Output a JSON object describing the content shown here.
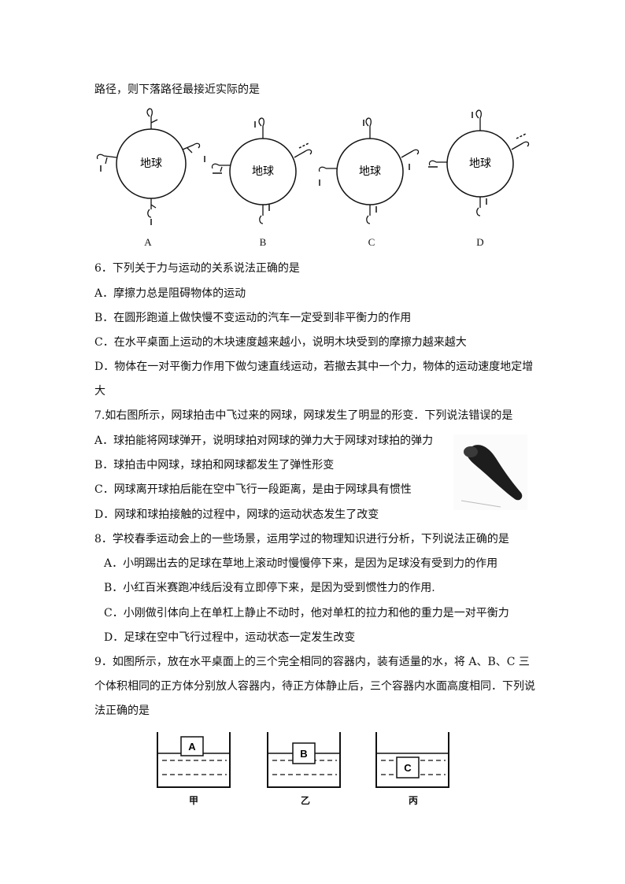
{
  "intro_line": "路径，则下落路径最接近实际的是",
  "earth_figures": [
    {
      "label": "A",
      "planet": "地球"
    },
    {
      "label": "B",
      "planet": "地球"
    },
    {
      "label": "C",
      "planet": "地球"
    },
    {
      "label": "D",
      "planet": "地球"
    }
  ],
  "q6": {
    "stem": "6．下列关于力与运动的关系说法正确的是",
    "options": [
      "A．摩擦力总是阻碍物体的运动",
      "B．在圆形跑道上做快慢不变运动的汽车一定受到非平衡力的作用",
      "C．在水平桌面上运动的木块速度越来越小，说明木块受到的摩擦力越来越大",
      "D．物体在一对平衡力作用下做匀速直线运动，若撤去其中一个力，物体的运动速度地定增"
    ],
    "option_d_cont": "大"
  },
  "q7": {
    "stem": "7.如右图所示，网球拍击中飞过来的网球，网球发生了明显的形变．下列说法错误的是",
    "options": [
      "A．球拍能将网球弹开，说明球拍对网球的弹力大于网球对球拍的弹力",
      "B．球拍击中网球，球拍和网球都发生了弹性形变",
      "C．网球离开球拍后能在空中飞行一段距离，是由于网球具有惯性",
      "D．网球和球拍接触的过程中，网球的运动状态发生了改变"
    ]
  },
  "q8": {
    "stem": "8．学校春季运动会上的一些场景，运用学过的物理知识进行分析，下列说法正确的是",
    "options": [
      "A．小明踢出去的足球在草地上滚动时慢慢停下来，是因为足球没有受到力的作用",
      "B．小红百米赛跑冲线后没有立即停下来，是因为受到惯性力的作用.",
      "C．小刚做引体向上在单杠上静止不动时，他对单杠的拉力和他的重力是一对平衡力",
      "D．足球在空中飞行过程中，运动状态一定发生改变"
    ]
  },
  "q9": {
    "stem_lines": [
      "9．如图所示，放在水平桌面上的三个完全相同的容器内，装有适量的水，将 A、B、C 三",
      "个体积相同的正方体分别放人容器内，待正方体静止后，三个容器内水面高度相同．下列说",
      "法正确的是"
    ],
    "containers": [
      {
        "cube": "A",
        "label": "甲"
      },
      {
        "cube": "B",
        "label": "乙"
      },
      {
        "cube": "C",
        "label": "丙"
      }
    ]
  }
}
